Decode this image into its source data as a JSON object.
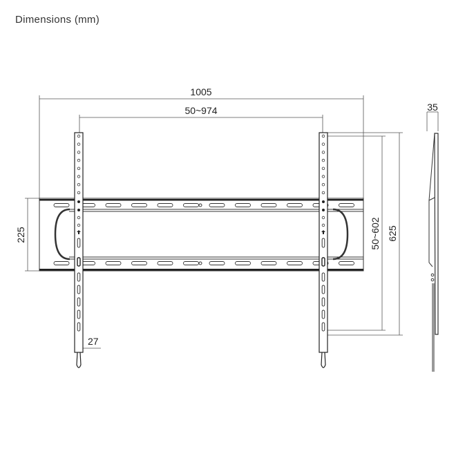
{
  "title": "Dimensions (mm)",
  "dimensions": {
    "overall_width": "1005",
    "vesa_horizontal": "50~974",
    "plate_height": "225",
    "vesa_vertical": "50~602",
    "overall_height": "625",
    "upright_width": "27",
    "depth": "35"
  }
}
